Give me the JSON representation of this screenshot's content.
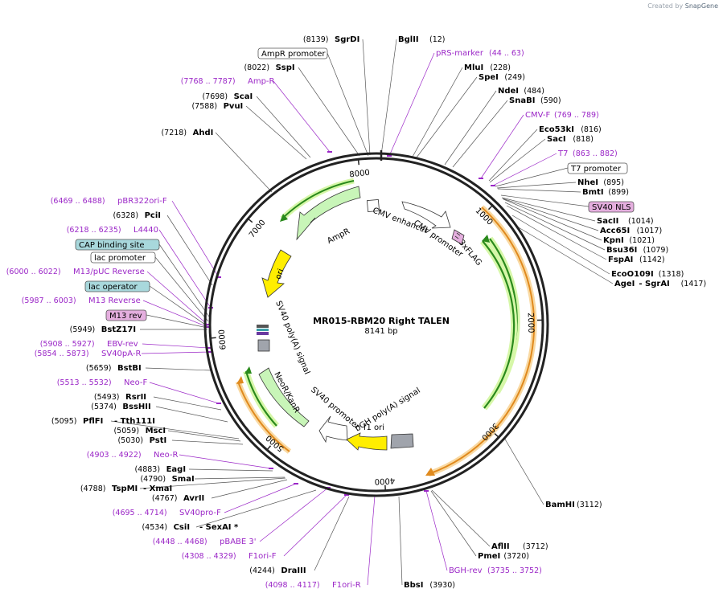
{
  "credit": {
    "prefix": "Created by",
    "brand": "SnapGene"
  },
  "title": "MR015-RBM20 Right TALEN",
  "size_label": "8141 bp",
  "ticks": [
    "8000",
    "1000",
    "2000",
    "3000",
    "4000",
    "5000",
    "6000",
    "7000"
  ],
  "colors": {
    "primer": "#9b27c7",
    "ring": "#222222",
    "cds_green": "#2a8a1c",
    "orange_line": "#e08a1e",
    "yellow": "#ffee00",
    "green_fill": "#c8f5b8",
    "grey": "#a0a4ac",
    "teal": "#a8d8dc",
    "pink": "#e4aede"
  },
  "labels": [
    {
      "id": "sgrdi",
      "pos": "(8139)",
      "name": "SgrDI",
      "type": "enzyme"
    },
    {
      "id": "bglii",
      "pos": "(12)",
      "name": "BglII",
      "type": "enzyme"
    },
    {
      "id": "ampr-promoter",
      "name": "AmpR promoter",
      "type": "boxed"
    },
    {
      "id": "prs-marker",
      "name": "pRS-marker",
      "pos": "(44 .. 63)",
      "type": "primer"
    },
    {
      "id": "sspi",
      "pos": "(8022)",
      "name": "SspI",
      "type": "enzyme"
    },
    {
      "id": "mlui",
      "name": "MluI",
      "pos": "(228)",
      "type": "enzyme"
    },
    {
      "id": "spei",
      "name": "SpeI",
      "pos": "(249)",
      "type": "enzyme"
    },
    {
      "id": "amp-r",
      "pos": "(7768 .. 7787)",
      "name": "Amp-R",
      "type": "primer"
    },
    {
      "id": "scai",
      "pos": "(7698)",
      "name": "ScaI",
      "type": "enzyme"
    },
    {
      "id": "pvui",
      "pos": "(7588)",
      "name": "PvuI",
      "type": "enzyme"
    },
    {
      "id": "ndei",
      "name": "NdeI",
      "pos": "(484)",
      "type": "enzyme"
    },
    {
      "id": "snabi",
      "name": "SnaBI",
      "pos": "(590)",
      "type": "enzyme"
    },
    {
      "id": "cmv-f",
      "name": "CMV-F",
      "pos": "(769 .. 789)",
      "type": "primer"
    },
    {
      "id": "ahdi",
      "pos": "(7218)",
      "name": "AhdI",
      "type": "enzyme"
    },
    {
      "id": "eco53ki",
      "name": "Eco53kI",
      "pos": "(816)",
      "type": "enzyme"
    },
    {
      "id": "saci",
      "name": "SacI",
      "pos": "(818)",
      "type": "enzyme"
    },
    {
      "id": "t7",
      "name": "T7",
      "pos": "(863 .. 882)",
      "type": "primer"
    },
    {
      "id": "t7-promoter",
      "name": "T7 promoter",
      "type": "boxed"
    },
    {
      "id": "nhei",
      "name": "NheI",
      "pos": "(895)",
      "type": "enzyme"
    },
    {
      "id": "bmti",
      "name": "BmtI",
      "pos": "(899)",
      "type": "enzyme"
    },
    {
      "id": "pbr322ori-f",
      "pos": "(6469 .. 6488)",
      "name": "pBR322ori-F",
      "type": "primer"
    },
    {
      "id": "sv40-nls",
      "name": "SV40 NLS",
      "type": "pinkbox"
    },
    {
      "id": "pcii",
      "pos": "(6328)",
      "name": "PciI",
      "type": "enzyme"
    },
    {
      "id": "sacii",
      "name": "SacII",
      "pos": "(1014)",
      "type": "enzyme"
    },
    {
      "id": "l4440",
      "pos": "(6218 .. 6235)",
      "name": "L4440",
      "type": "primer"
    },
    {
      "id": "acc65i",
      "name": "Acc65I",
      "pos": "(1017)",
      "type": "enzyme"
    },
    {
      "id": "kpni",
      "name": "KpnI",
      "pos": "(1021)",
      "type": "enzyme"
    },
    {
      "id": "cap-binding-site",
      "name": "CAP binding site",
      "type": "tealbox"
    },
    {
      "id": "bsu36i",
      "name": "Bsu36I",
      "pos": "(1079)",
      "type": "enzyme"
    },
    {
      "id": "fspai",
      "name": "FspAI",
      "pos": "(1142)",
      "type": "enzyme"
    },
    {
      "id": "lac-promoter",
      "name": "lac promoter",
      "type": "boxed"
    },
    {
      "id": "m13-puc-reverse",
      "pos": "(6000 .. 6022)",
      "name": "M13/pUC Reverse",
      "type": "primer"
    },
    {
      "id": "ecoo109i",
      "name": "EcoO109I",
      "pos": "(1318)",
      "type": "enzyme"
    },
    {
      "id": "agei",
      "name": "AgeI",
      "type": "enzyme"
    },
    {
      "id": "sgrai",
      "name": "- SgrAI",
      "pos": "(1417)",
      "type": "enzyme"
    },
    {
      "id": "lac-operator",
      "name": "lac operator",
      "type": "tealbox"
    },
    {
      "id": "m13-reverse",
      "pos": "(5987 .. 6003)",
      "name": "M13 Reverse",
      "type": "primer"
    },
    {
      "id": "m13-rev",
      "name": "M13 rev",
      "type": "pinkbox"
    },
    {
      "id": "bstz17i",
      "pos": "(5949)",
      "name": "BstZ17I",
      "type": "enzyme"
    },
    {
      "id": "ebv-rev",
      "pos": "(5908 .. 5927)",
      "name": "EBV-rev",
      "type": "primer"
    },
    {
      "id": "sv40pa-r",
      "pos": "(5854 .. 5873)",
      "name": "SV40pA-R",
      "type": "primer"
    },
    {
      "id": "bstbi",
      "pos": "(5659)",
      "name": "BstBI",
      "type": "enzyme"
    },
    {
      "id": "neo-f",
      "pos": "(5513 .. 5532)",
      "name": "Neo-F",
      "type": "primer"
    },
    {
      "id": "rsrii",
      "pos": "(5493)",
      "name": "RsrII",
      "type": "enzyme"
    },
    {
      "id": "bsshii",
      "pos": "(5374)",
      "name": "BssHII",
      "type": "enzyme"
    },
    {
      "id": "pflfi",
      "pos": "(5095)",
      "name": "PflFI",
      "type": "enzyme"
    },
    {
      "id": "tth111i",
      "name": "- Tth111I",
      "type": "enzyme"
    },
    {
      "id": "msci",
      "pos": "(5059)",
      "name": "MscI",
      "type": "enzyme"
    },
    {
      "id": "psti",
      "pos": "(5030)",
      "name": "PstI",
      "type": "enzyme"
    },
    {
      "id": "neo-r",
      "pos": "(4903 .. 4922)",
      "name": "Neo-R",
      "type": "primer"
    },
    {
      "id": "eagi",
      "pos": "(4883)",
      "name": "EagI",
      "type": "enzyme"
    },
    {
      "id": "smai",
      "pos": "(4790)",
      "name": "SmaI",
      "type": "enzyme"
    },
    {
      "id": "tspmi",
      "pos": "(4788)",
      "name": "TspMI",
      "type": "enzyme"
    },
    {
      "id": "xmai",
      "name": "- XmaI",
      "type": "enzyme"
    },
    {
      "id": "avrii",
      "pos": "(4767)",
      "name": "AvrII",
      "type": "enzyme"
    },
    {
      "id": "sv40pro-f",
      "pos": "(4695 .. 4714)",
      "name": "SV40pro-F",
      "type": "primer"
    },
    {
      "id": "csii",
      "pos": "(4534)",
      "name": "CsiI",
      "type": "enzyme"
    },
    {
      "id": "sexai",
      "name": "- SexAI *",
      "type": "enzyme"
    },
    {
      "id": "pbabe3",
      "pos": "(4448 .. 4468)",
      "name": "pBABE 3'",
      "type": "primer"
    },
    {
      "id": "f1ori-f",
      "pos": "(4308 .. 4329)",
      "name": "F1ori-F",
      "type": "primer"
    },
    {
      "id": "draiii",
      "pos": "(4244)",
      "name": "DraIII",
      "type": "enzyme"
    },
    {
      "id": "f1ori-r",
      "pos": "(4098 .. 4117)",
      "name": "F1ori-R",
      "type": "primer"
    },
    {
      "id": "bbsi",
      "name": "BbsI",
      "pos": "(3930)",
      "type": "enzyme"
    },
    {
      "id": "bgh-rev",
      "name": "BGH-rev",
      "pos": "(3735 .. 3752)",
      "type": "primer"
    },
    {
      "id": "afiii",
      "name": "AflII",
      "pos": "(3712)",
      "type": "enzyme"
    },
    {
      "id": "pmei",
      "name": "PmeI",
      "pos": "(3720)",
      "type": "enzyme"
    },
    {
      "id": "bamhi",
      "name": "BamHI",
      "pos": "(3112)",
      "type": "enzyme"
    }
  ],
  "features": {
    "ampr": "AmpR",
    "ori": "ori",
    "cmv_enhancer": "CMV enhancer",
    "cmv_promoter": "CMV promoter",
    "flag": "3xFLAG",
    "sv40_polya": "SV40 poly(A) signal",
    "neo_kanr": "NeoR/KanR",
    "sv40_promoter": "SV40 promoter",
    "bgh_polya": "bGH poly(A) signal",
    "f1_ori": "f1 ori"
  }
}
